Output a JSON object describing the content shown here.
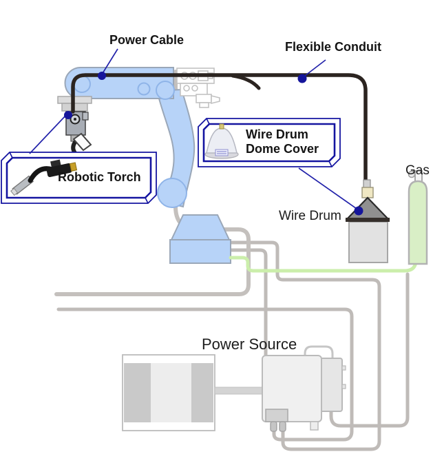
{
  "labels": {
    "power_cable": "Power Cable",
    "flexible_conduit": "Flexible Conduit",
    "robotic_torch": "Robotic Torch",
    "dome_cover_line1": "Wire Drum",
    "dome_cover_line2": "Dome Cover",
    "wire_drum": "Wire Drum",
    "gas": "Gas",
    "power_source": "Power Source"
  },
  "components": [
    "robot-arm",
    "robotic-torch",
    "wire-feeder",
    "power-cable",
    "flexible-conduit",
    "wire-drum",
    "wire-drum-dome-cover",
    "gas-cylinder",
    "gas-hose",
    "robot-controller",
    "power-source-unit",
    "interconnection-cables"
  ],
  "colors": {
    "robot_blue": "#b7d3f8",
    "robot_outline": "#9aa7b8",
    "joint_outline": "#8fb4e8",
    "cable_black": "#2b2420",
    "cable_grey": "#bfbbb8",
    "cable_green": "#cbeeab",
    "callout_blue": "#2222aa",
    "frame_blue": "#1414a0",
    "dot_blue": "#15159b",
    "drum_cone": "#909090",
    "drum_dark": "#352f2b",
    "drum_body": "#e2e2e2",
    "gas_green": "#d9efc6",
    "unit_grey": "#f0f0f0",
    "panel_grey": "#c9c9c9",
    "label_text": "#1c1c1c"
  }
}
